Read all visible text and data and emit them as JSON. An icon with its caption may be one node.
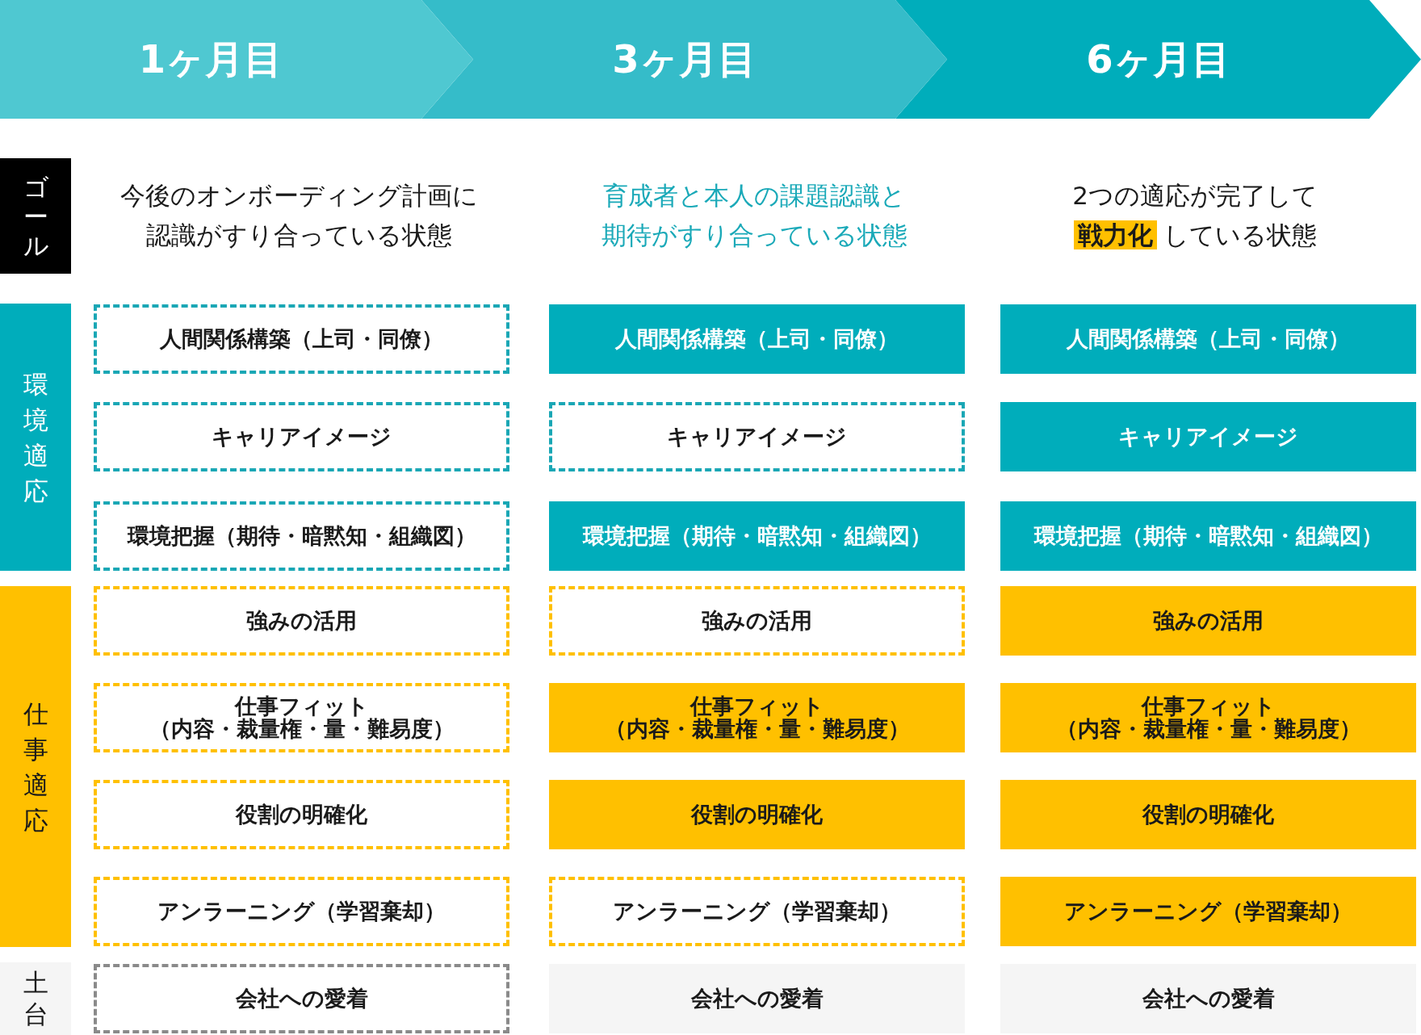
{
  "diagram": {
    "nodes": [
      {
        "text": [
          "1ヶ月目"
        ]
      },
      {
        "text": [
          "3ヶ月目"
        ]
      },
      {
        "text": [
          "6ヶ月目"
        ]
      },
      {
        "text": [
          "ゴール"
        ]
      },
      {
        "text": [
          "環境適応"
        ]
      },
      {
        "text": [
          "人間関係構築（上司・同僚）"
        ]
      },
      {
        "text": [
          "人間関係構築（上司・同僚）"
        ]
      },
      {
        "text": [
          "人間関係構築（上司・同僚）"
        ]
      },
      {
        "text": [
          "キャリアイメージ"
        ]
      },
      {
        "text": [
          "キャリアイメージ"
        ]
      },
      {
        "text": [
          "キャリアイメージ"
        ]
      },
      {
        "text": [
          "環境把握（期待・暗黙知・組織図）"
        ]
      },
      {
        "text": [
          "環境把握（期待・暗黙知・組織図）"
        ]
      },
      {
        "text": [
          "環境把握（期待・暗黙知・組織図）"
        ]
      },
      {
        "text": [
          "仕事適応"
        ]
      },
      {
        "text": [
          "強みの活用"
        ]
      },
      {
        "text": [
          "強みの活用"
        ]
      },
      {
        "text": [
          "強みの活用"
        ]
      },
      {
        "text": [
          "仕事フィット",
          "（内容・裁量権・量・難易度）"
        ]
      },
      {
        "text": [
          "仕事フィット",
          "（内容・裁量権・量・難易度）"
        ]
      },
      {
        "text": [
          "仕事フィット",
          "（内容・裁量権・量・難易度）"
        ]
      },
      {
        "text": [
          "役割の明確化"
        ]
      },
      {
        "text": [
          "役割の明確化"
        ]
      },
      {
        "text": [
          "役割の明確化"
        ]
      },
      {
        "text": [
          "アンラーニング（学習棄却）"
        ]
      },
      {
        "text": [
          "アンラーニング（学習棄却）"
        ]
      },
      {
        "text": [
          "アンラーニング（学習棄却）"
        ]
      },
      {
        "text": [
          "土台"
        ]
      },
      {
        "text": [
          "会社への愛着"
        ]
      },
      {
        "text": [
          "会社への愛着"
        ]
      },
      {
        "text": [
          "会社への愛着"
        ]
      }
    ],
    "labels": [
      "今後のオンボーディング計画に認識がすり合っている状態",
      "育成者と本人の課題認識と期待がすり合っている状態",
      "2つの適応が完了して**戦力化**している状態"
    ]
  }
}
